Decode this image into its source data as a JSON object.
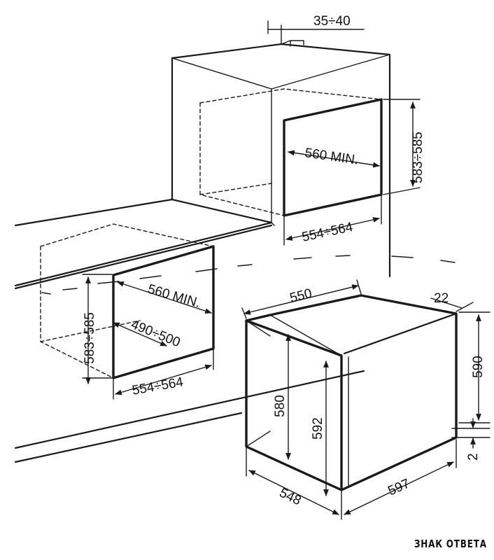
{
  "dimensions": {
    "top_gap": "35÷40",
    "column_height": "583÷585",
    "column_depth": "560 MIN.",
    "column_width": "554÷564",
    "under_height": "583÷585",
    "under_depth": "560 MIN.",
    "under_inner_depth": "490÷500",
    "under_width": "554÷564",
    "oven_depth": "550",
    "oven_front_thickness": "22",
    "oven_total_height": "590",
    "oven_body_height": "580",
    "oven_front_height": "592",
    "oven_side_gap": "2",
    "oven_body_width": "548",
    "oven_front_width": "597"
  },
  "watermark": "ЗНАК ОТВЕТА"
}
